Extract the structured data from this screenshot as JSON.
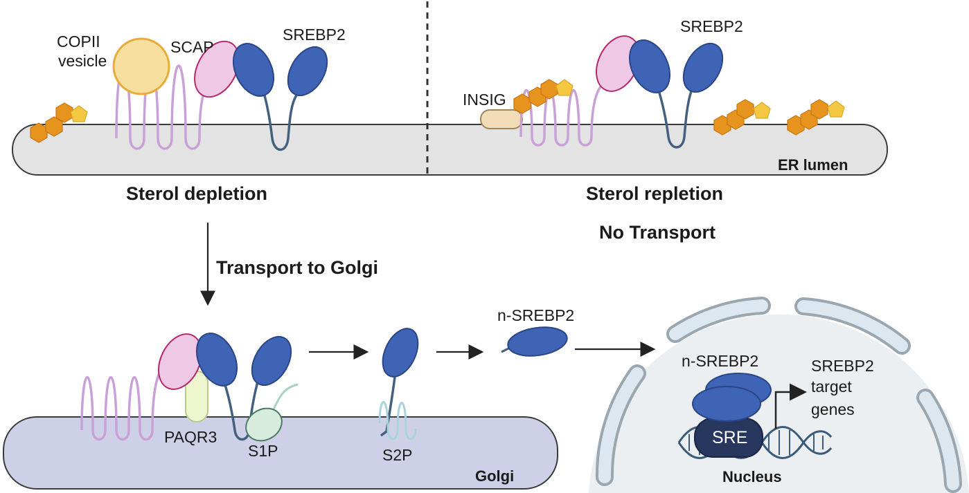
{
  "labels": {
    "copii_line1": "COPII",
    "copii_line2": "vesicle",
    "scap": "SCAP",
    "srebp2_left": "SREBP2",
    "srebp2_right": "SREBP2",
    "insig": "INSIG",
    "er_lumen": "ER lumen",
    "sterol_depletion": "Sterol depletion",
    "sterol_repletion": "Sterol repletion",
    "no_transport": "No Transport",
    "transport_to_golgi": "Transport to Golgi",
    "paqr3": "PAQR3",
    "s1p": "S1P",
    "s2p": "S2P",
    "n_srebp2_free": "n-SREBP2",
    "n_srebp2_nucleus": "n-SREBP2",
    "target_line1": "SREBP2",
    "target_line2": "target",
    "target_line3": "genes",
    "sre": "SRE",
    "golgi": "Golgi",
    "nucleus": "Nucleus"
  },
  "colors": {
    "er_membrane": "#e3e3e3",
    "golgi_membrane": "#cdd0e6",
    "nucleus_fill": "#eceff1",
    "nuclear_envelope": "#dce7ef",
    "srebp2_blue": "#3f63b5",
    "scap_pink": "#eec8e4",
    "scap_loops": "#c9a0d8",
    "copii_yellow": "#f7dfa0",
    "sterol_orange": "#e7941f",
    "sterol_yellow": "#f5c842",
    "insig_tan": "#f2dcb8",
    "paqr3_green": "#eef6cf",
    "s1p_green": "#d7ecdf",
    "s2p_teal": "#a9d3dc",
    "sre_navy": "#27375e"
  }
}
